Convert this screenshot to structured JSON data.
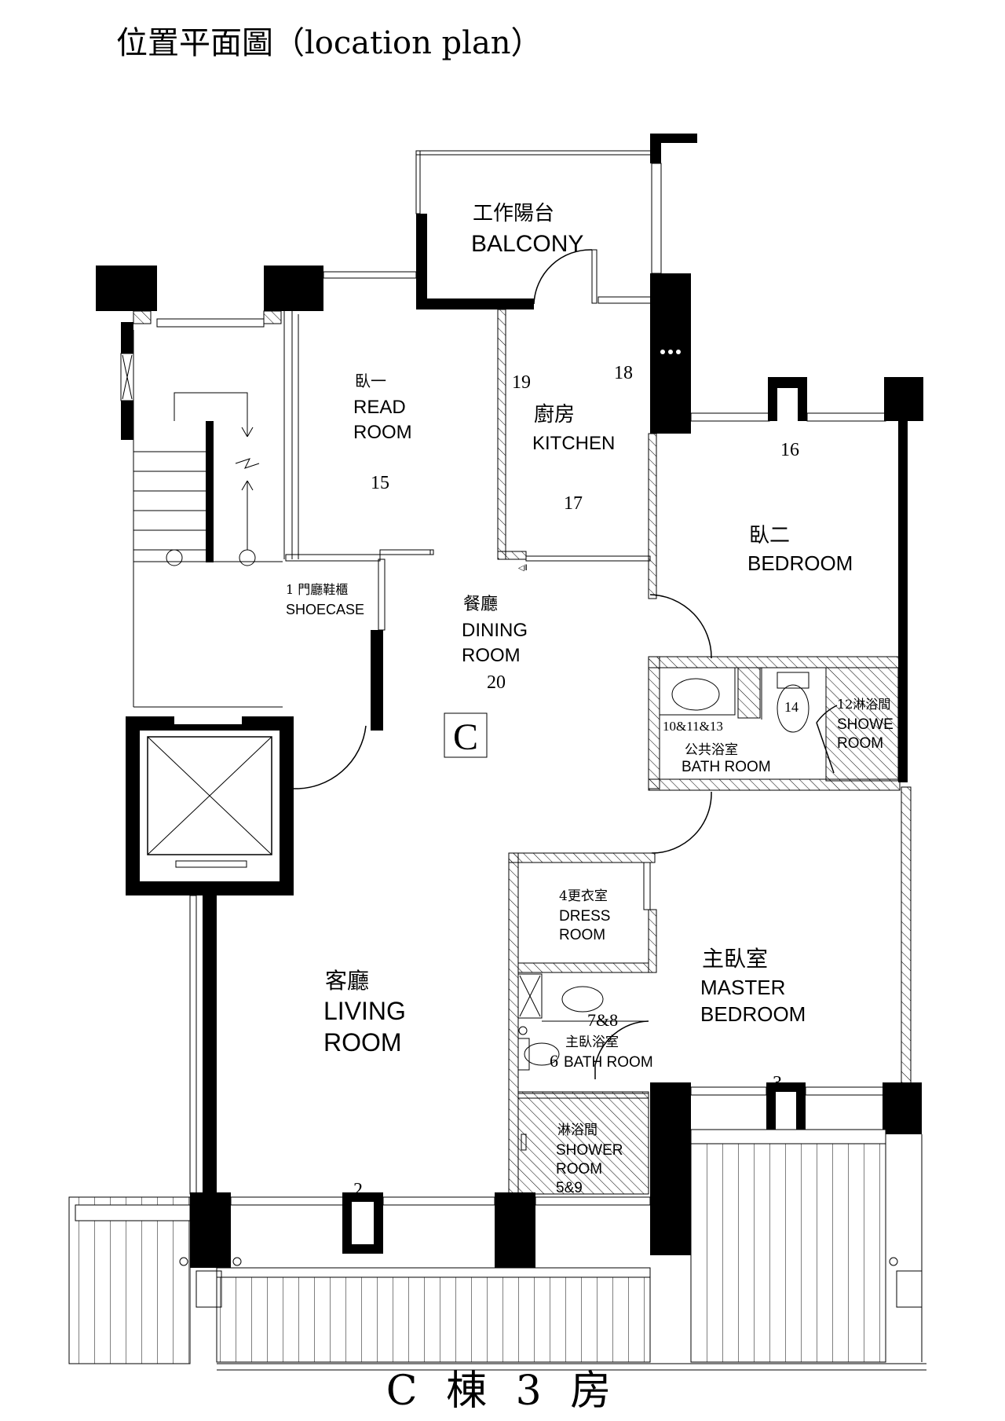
{
  "title": "位置平面圖（location plan）",
  "footer": "C 棟 3 房",
  "unit_marker": "C",
  "rooms": {
    "balcony": {
      "cn": "工作陽台",
      "en": "BALCONY"
    },
    "read_room": {
      "cn": "臥一",
      "en1": "READ",
      "en2": "ROOM",
      "num": "15"
    },
    "kitchen": {
      "cn": "廚房",
      "en": "KITCHEN",
      "num": "17",
      "num_a": "19",
      "num_b": "18"
    },
    "shoecase": {
      "cn": "1 門廳鞋櫃",
      "en": "SHOECASE"
    },
    "dining": {
      "cn": "餐廳",
      "en1": "DINING",
      "en2": "ROOM",
      "num": "20"
    },
    "bedroom2": {
      "cn": "臥二",
      "en": "BEDROOM",
      "num": "16"
    },
    "bath": {
      "cn": "公共浴室",
      "en": "BATH ROOM",
      "num_a": "10&11&13",
      "num_b": "14"
    },
    "shower": {
      "cn": "12淋浴間",
      "en1": "SHOWE",
      "en2": "ROOM"
    },
    "dress": {
      "cn": "4更衣室",
      "en1": "DRESS",
      "en2": "ROOM"
    },
    "living": {
      "cn": "客廳",
      "en1": "LIVING",
      "en2": "ROOM"
    },
    "master": {
      "cn": "主臥室",
      "en1": "MASTER",
      "en2": "BEDROOM",
      "num": "3"
    },
    "master_bath": {
      "cn": "主臥浴室",
      "en": "BATH ROOM",
      "num_a": "7&8",
      "num_b": "6"
    },
    "master_shower": {
      "cn": "淋浴間",
      "en1": "SHOWER",
      "en2": "ROOM",
      "num": "5&9"
    },
    "terrace": {
      "num": "2"
    }
  }
}
